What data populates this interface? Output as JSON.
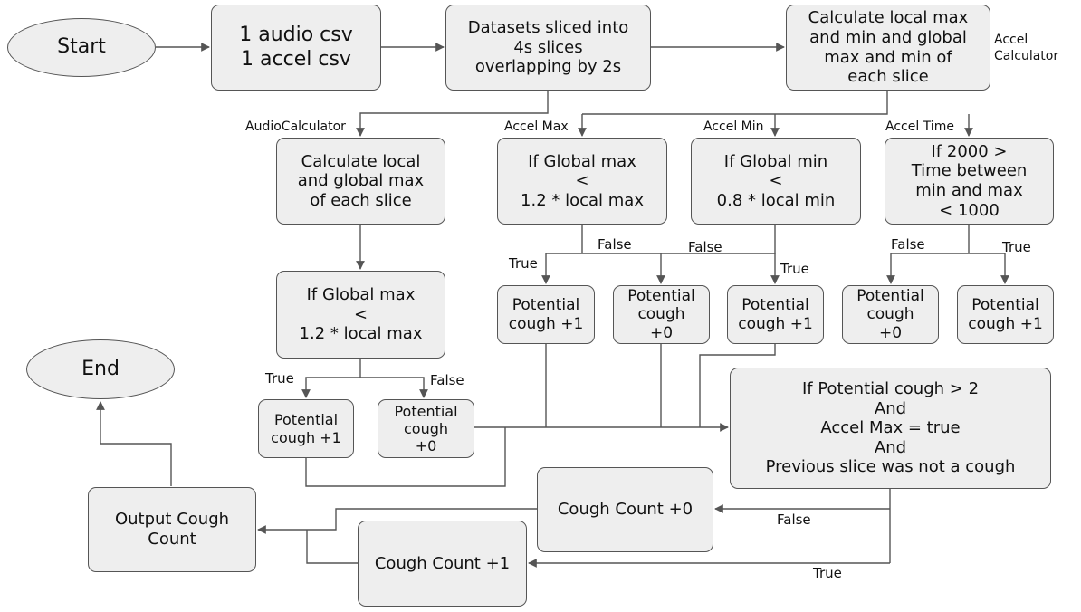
{
  "nodes": {
    "start": "Start",
    "inputs": "1 audio csv\n1 accel csv",
    "slicing": "Datasets sliced into\n4s slices\noverlapping by 2s",
    "accel_calc": "Calculate local max\nand min and global\nmax and min of\neach slice",
    "audio_calc": "Calculate local\nand global max\nof each slice",
    "accel_max_cond": "If Global max\n<\n1.2 * local max",
    "accel_min_cond": "If Global min\n<\n0.8 * local min",
    "accel_time_cond": "If 2000 >\nTime between\nmin and max\n< 1000",
    "audio_cond": "If Global max\n<\n1.2 * local max",
    "pc_max_true": "Potential\ncough +1",
    "pc_maxmin_false": "Potential\ncough\n+0",
    "pc_min_true": "Potential\ncough +1",
    "pc_time_false": "Potential\ncough\n+0",
    "pc_time_true": "Potential\ncough +1",
    "pc_audio_true": "Potential\ncough +1",
    "pc_audio_false": "Potential\ncough\n+0",
    "final_cond": "If Potential cough > 2\nAnd\nAccel Max = true\nAnd\nPrevious slice was not a cough",
    "cough_plus0": "Cough Count +0",
    "cough_plus1": "Cough Count +1",
    "output": "Output Cough\nCount",
    "end": "End"
  },
  "edge_labels": {
    "accel_calculator": "Accel\nCalculator",
    "audio_calculator": "AudioCalculator",
    "accel_max": "Accel Max",
    "accel_min": "Accel Min",
    "accel_time": "Accel Time",
    "max_false": "False",
    "min_false": "False",
    "max_true": "True",
    "min_true": "True",
    "time_false": "False",
    "time_true": "True",
    "audio_true": "True",
    "audio_false": "False",
    "final_false": "False",
    "final_true": "True"
  },
  "colors": {
    "node_fill": "#eeeeee",
    "node_border": "#555555",
    "edge": "#555555"
  }
}
